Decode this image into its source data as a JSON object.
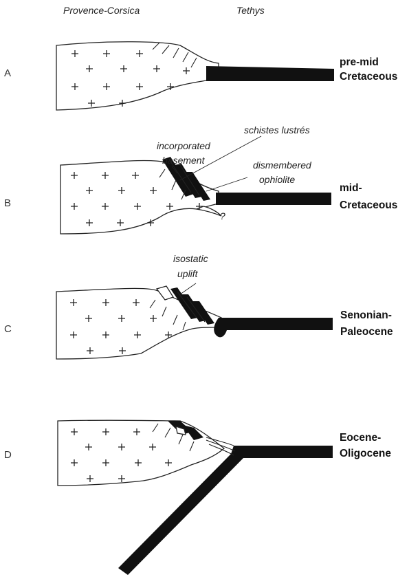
{
  "header": {
    "left_region": "Provence-Corsica",
    "right_region": "Tethys"
  },
  "panels": [
    {
      "letter": "A",
      "age_line1": "pre-mid",
      "age_line2": "Cretaceous"
    },
    {
      "letter": "B",
      "age_line1": "mid-",
      "age_line2": "Cretaceous"
    },
    {
      "letter": "C",
      "age_line1": "Senonian-",
      "age_line2": "Paleocene"
    },
    {
      "letter": "D",
      "age_line1": "Eocene-",
      "age_line2": "Oligocene"
    }
  ],
  "annotations": {
    "schistes": "schistes lustrés",
    "incorporated_1": "incorporated",
    "incorporated_2": "basement",
    "dismembered_1": "dismembered",
    "dismembered_2": "ophiolite",
    "question": "?",
    "isostatic_1": "isostatic",
    "isostatic_2": "uplift"
  },
  "colors": {
    "ink": "#111111",
    "background": "#ffffff"
  }
}
